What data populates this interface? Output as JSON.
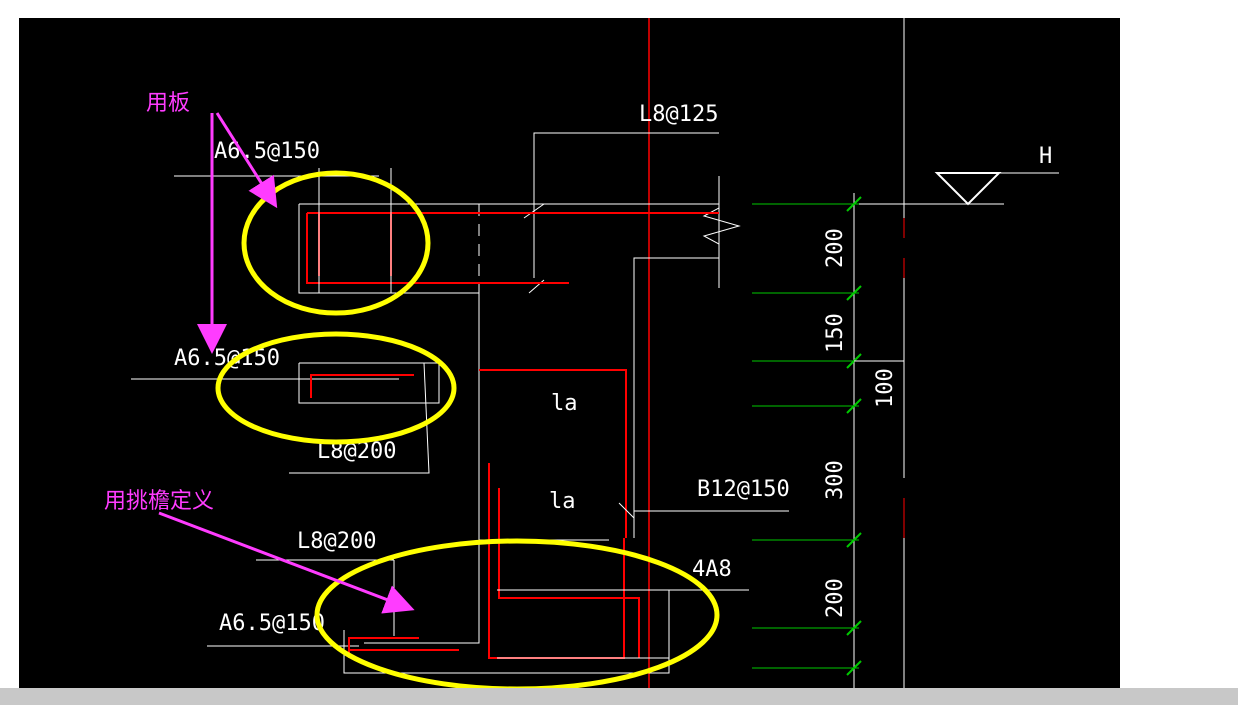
{
  "drawing": {
    "background_color": "#000000",
    "rebar_color": "#ff0000",
    "line_color": "#ffffff",
    "dimension_color": "#00c800",
    "highlight_color": "#ffff00",
    "annotation_color": "#ff3cff"
  },
  "rebar_labels": {
    "top_cap": "L8@125",
    "top_slab": "A6.5@150",
    "mid_slab": "A6.5@150",
    "mid_stirrup": "L8@200",
    "right_bar": "B12@150",
    "bottom_stirrup": "L8@200",
    "longitudinal": "4A8",
    "bottom_slab": "A6.5@150"
  },
  "anchorage_labels": [
    "la",
    "la"
  ],
  "level_label": "H",
  "dimensions": {
    "segments": [
      "200",
      "150",
      "300",
      "200"
    ],
    "total": "100"
  },
  "annotations": {
    "slab_note": "用板",
    "eave_note": "用挑檐定义"
  },
  "status_bar": {
    "color": "#c8c8c8"
  }
}
